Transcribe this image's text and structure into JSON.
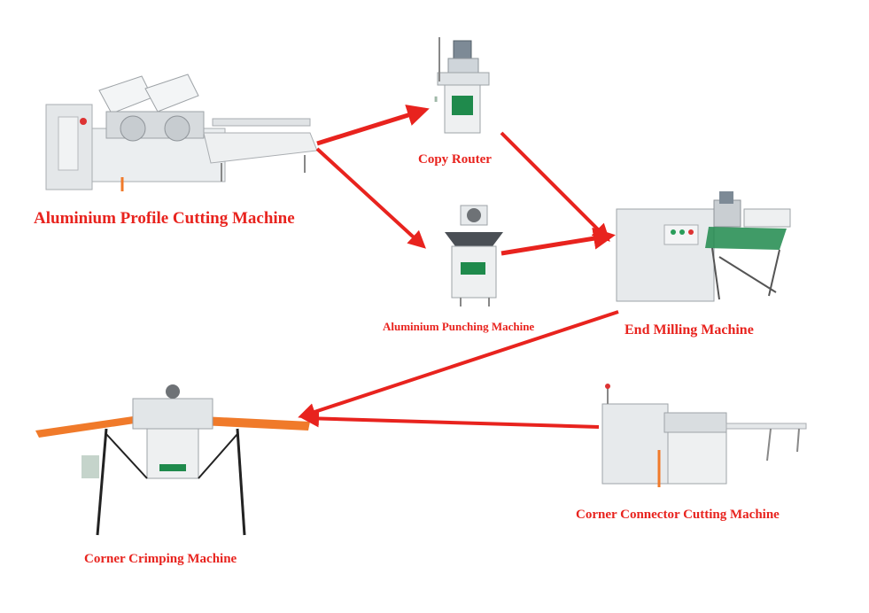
{
  "machines": {
    "cutting": {
      "label": "Aluminium Profile Cutting Machine",
      "icon": "double-head-saw-icon"
    },
    "copy": {
      "label": "Copy Router",
      "icon": "copy-router-icon"
    },
    "punch": {
      "label": "Aluminium Punching Machine",
      "icon": "punching-machine-icon"
    },
    "end": {
      "label": "End Milling Machine",
      "icon": "end-milling-icon"
    },
    "crimp": {
      "label": "Corner Crimping Machine",
      "icon": "corner-crimping-icon"
    },
    "connector": {
      "label": "Corner Connector Cutting Machine",
      "icon": "connector-cutter-icon"
    }
  },
  "flow": [
    {
      "from": "cutting",
      "to": "copy"
    },
    {
      "from": "cutting",
      "to": "punch"
    },
    {
      "from": "copy",
      "to": "end"
    },
    {
      "from": "punch",
      "to": "end"
    },
    {
      "from": "end",
      "to": "crimp"
    },
    {
      "from": "connector",
      "to": "crimp"
    }
  ],
  "colors": {
    "label": "#e8231e",
    "arrow": "#e8231e",
    "machine_body": "#e9ecee",
    "machine_dark": "#6e7276",
    "green_panel": "#1f8a4c",
    "orange_arm": "#f07a2a"
  }
}
